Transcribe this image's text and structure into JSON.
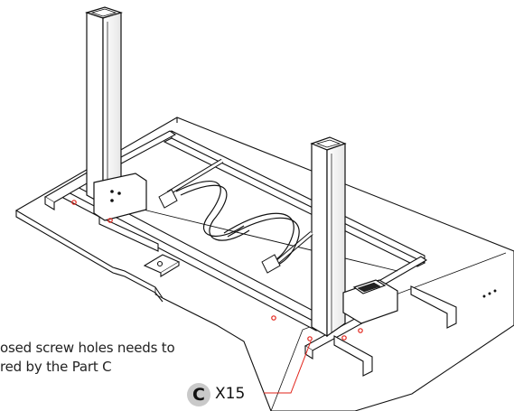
{
  "annotation": {
    "line1": "osed screw holes needs to",
    "line2": "red by the Part C"
  },
  "callout": {
    "part_letter": "C",
    "quantity": "X15",
    "accent_color": "#e2231a"
  },
  "colors": {
    "line": "#111111",
    "badge": "#c9c9c9"
  }
}
